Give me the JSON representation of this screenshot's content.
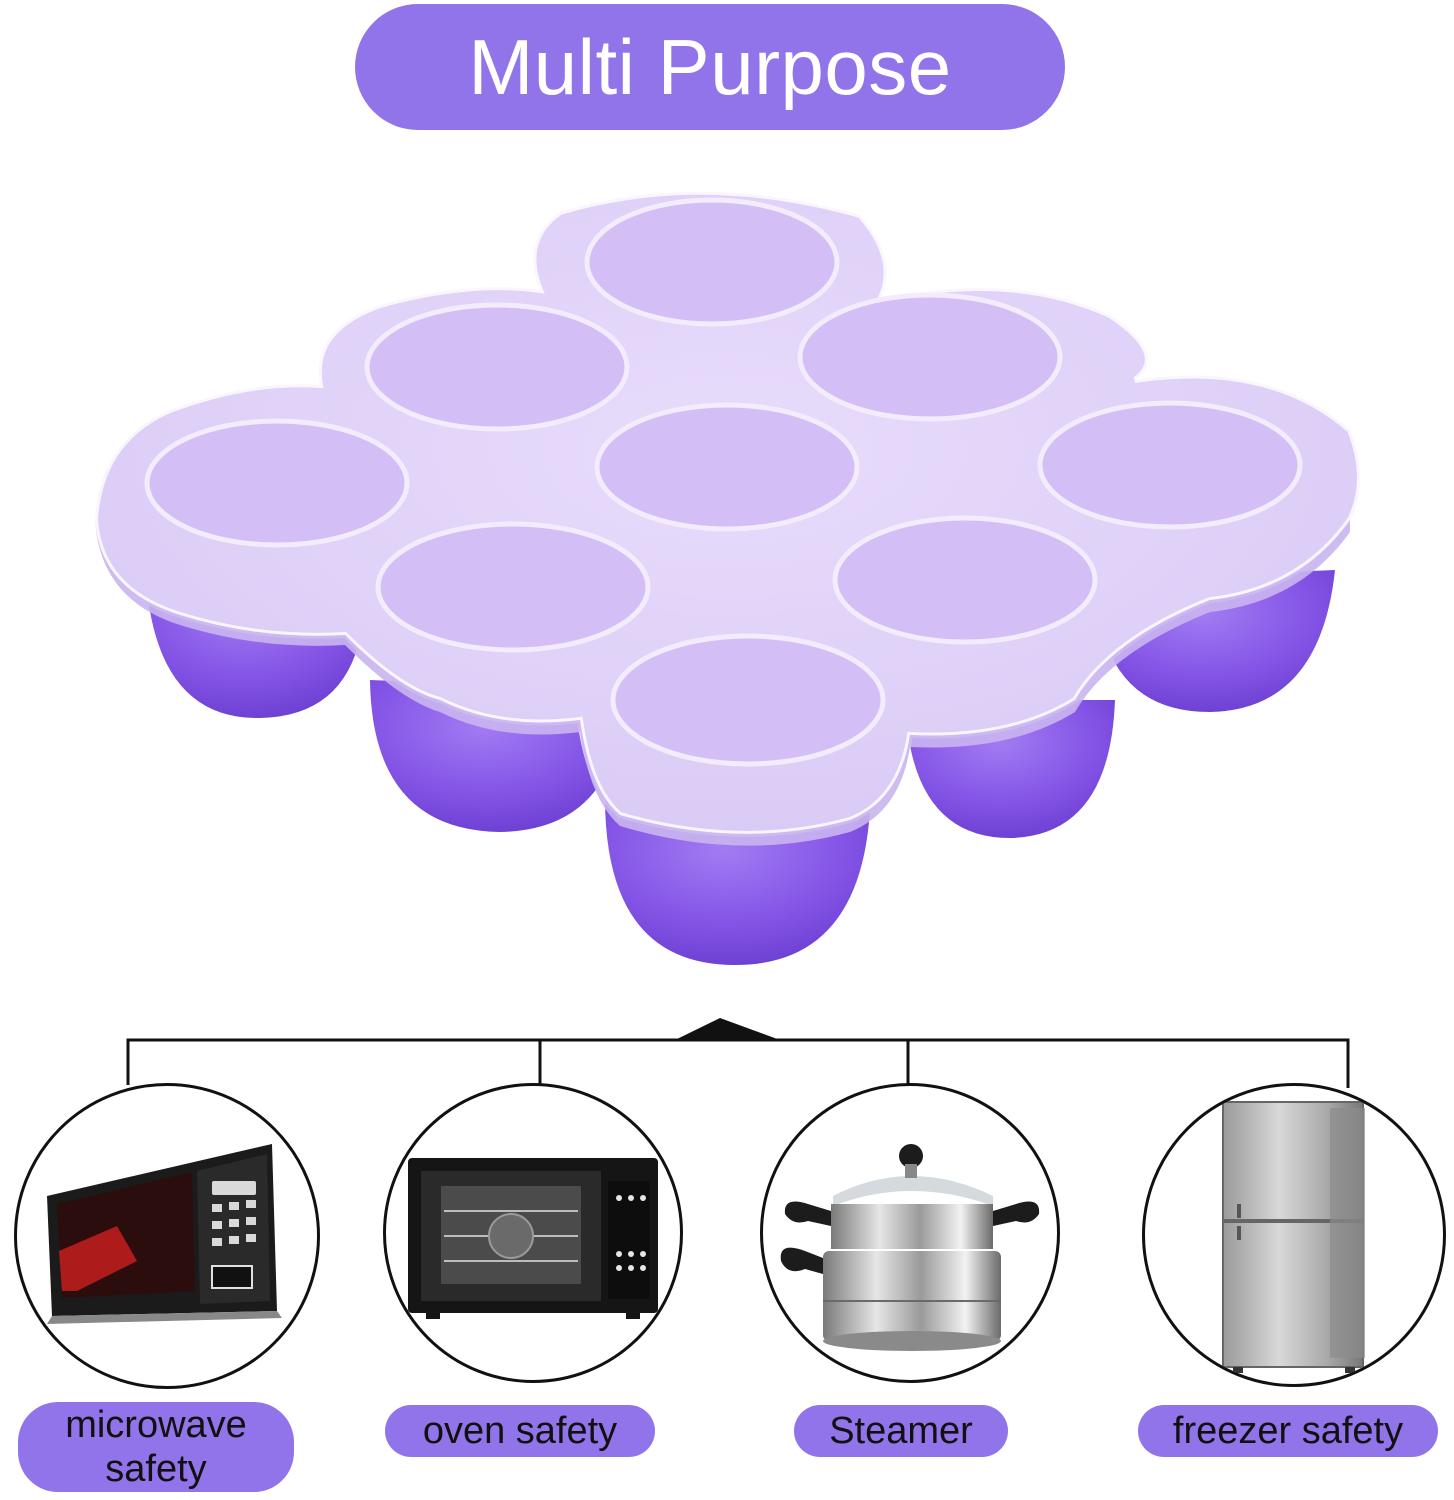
{
  "header": {
    "title": "Multi Purpose"
  },
  "product": {
    "icon": "silicone-freezer-tray-with-lid",
    "colors": {
      "lid": "#dccdf7",
      "cup": "#8a5be8",
      "cup_shadow": "#6c3fd3"
    }
  },
  "uses": [
    {
      "icon": "microwave-icon",
      "label": "microwave safety"
    },
    {
      "icon": "oven-icon",
      "label": "oven safety"
    },
    {
      "icon": "steamer-pot-icon",
      "label": "Steamer"
    },
    {
      "icon": "refrigerator-icon",
      "label": "freezer safety"
    }
  ],
  "colors": {
    "accent": "#9274ea",
    "outline": "#111111"
  }
}
